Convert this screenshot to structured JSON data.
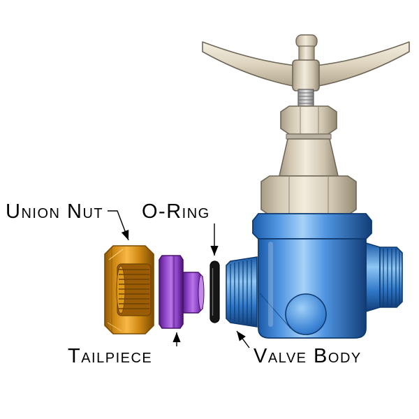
{
  "diagram": {
    "labels": {
      "union_nut": "Union Nut",
      "o_ring": "O-Ring",
      "tailpiece": "Tailpiece",
      "valve_body": "Valve Body"
    },
    "colors": {
      "union_nut": "#E8960F",
      "o_ring": "#161616",
      "tailpiece": "#9440CC",
      "valve_body": "#2B7FD4",
      "handle_and_bonnet": "#D8CFBC",
      "label_text": "#000000",
      "leader_line": "#000000",
      "background": "#FFFFFF"
    }
  }
}
